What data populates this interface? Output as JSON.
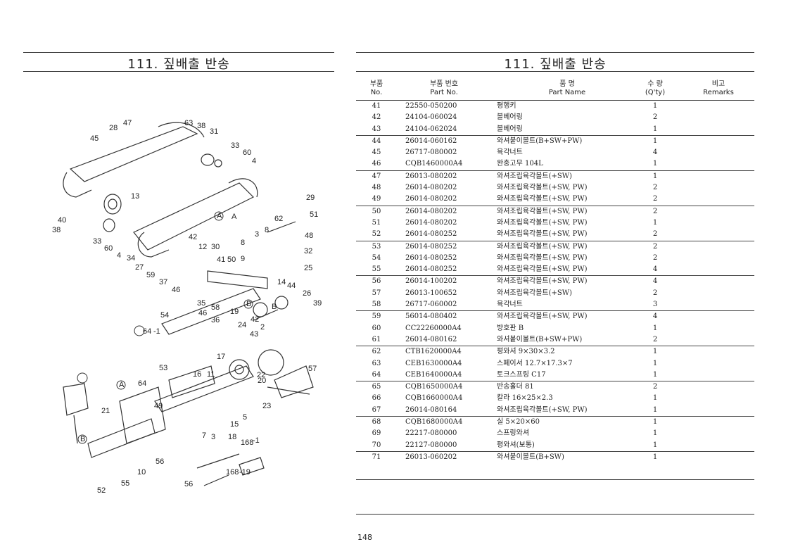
{
  "left_title": "111. 짚배출 반송",
  "right_title": "111. 짚배출 반송",
  "table_header": {
    "no_ko": "부품",
    "no_en": "No.",
    "pn_ko": "부품  번호",
    "pn_en": "Part  No.",
    "nm_ko": "품          명",
    "nm_en": "Part       Name",
    "qt_ko": "수   량",
    "qt_en": "(Q'ty)",
    "rm_ko": "비고",
    "rm_en": "Remarks"
  },
  "parts": [
    {
      "no": "41",
      "part_no": "22550-050200",
      "name": "평행키",
      "qty": "1"
    },
    {
      "no": "42",
      "part_no": "24104-060024",
      "name": "볼베어링",
      "qty": "2"
    },
    {
      "no": "43",
      "part_no": "24104-062024",
      "name": "볼베어링",
      "qty": "1"
    },
    {
      "no": "44",
      "part_no": "26014-060162",
      "name": "와셔붙이볼트(B+SW+PW)",
      "qty": "1"
    },
    {
      "no": "45",
      "part_no": "26717-080002",
      "name": "육각너트",
      "qty": "4"
    },
    {
      "no": "46",
      "part_no": "CQB1460000A4",
      "name": "완충고무 104L",
      "qty": "1"
    },
    {
      "no": "47",
      "part_no": "26013-080202",
      "name": "와셔조립육각볼트(+SW)",
      "qty": "1"
    },
    {
      "no": "48",
      "part_no": "26014-080202",
      "name": "와셔조립육각볼트(+SW, PW)",
      "qty": "2"
    },
    {
      "no": "49",
      "part_no": "26014-080202",
      "name": "와셔조립육각볼트(+SW, PW)",
      "qty": "2"
    },
    {
      "no": "50",
      "part_no": "26014-080202",
      "name": "와셔조립육각볼트(+SW, PW)",
      "qty": "2"
    },
    {
      "no": "51",
      "part_no": "26014-080202",
      "name": "와셔조립육각볼트(+SW, PW)",
      "qty": "1"
    },
    {
      "no": "52",
      "part_no": "26014-080252",
      "name": "와셔조립육각볼트(+SW, PW)",
      "qty": "2"
    },
    {
      "no": "53",
      "part_no": "26014-080252",
      "name": "와셔조립육각볼트(+SW, PW)",
      "qty": "2"
    },
    {
      "no": "54",
      "part_no": "26014-080252",
      "name": "와셔조립육각볼트(+SW, PW)",
      "qty": "2"
    },
    {
      "no": "55",
      "part_no": "26014-080252",
      "name": "와셔조립육각볼트(+SW, PW)",
      "qty": "4"
    },
    {
      "no": "56",
      "part_no": "26014-100202",
      "name": "와셔조립육각볼트(+SW, PW)",
      "qty": "4"
    },
    {
      "no": "57",
      "part_no": "26013-100652",
      "name": "와셔조립육각볼트(+SW)",
      "qty": "2"
    },
    {
      "no": "58",
      "part_no": "26717-060002",
      "name": "육각너트",
      "qty": "3"
    },
    {
      "no": "59",
      "part_no": "56014-080402",
      "name": "와셔조립육각볼트(+SW, PW)",
      "qty": "4"
    },
    {
      "no": "60",
      "part_no": "CC22260000A4",
      "name": "방호판 B",
      "qty": "1"
    },
    {
      "no": "61",
      "part_no": "26014-080162",
      "name": "와셔붙이볼트(B+SW+PW)",
      "qty": "2"
    },
    {
      "no": "62",
      "part_no": "CTB1620000A4",
      "name": "평와셔 9×30×3.2",
      "qty": "1"
    },
    {
      "no": "63",
      "part_no": "CEB1630000A4",
      "name": "스페이서 12.7×17.3×7",
      "qty": "1"
    },
    {
      "no": "64",
      "part_no": "CEB1640000A4",
      "name": "토크스프링 C17",
      "qty": "1"
    },
    {
      "no": "65",
      "part_no": "CQB1650000A4",
      "name": "반송홀더 81",
      "qty": "2"
    },
    {
      "no": "66",
      "part_no": "CQB1660000A4",
      "name": "칼라 16×25×2.3",
      "qty": "1"
    },
    {
      "no": "67",
      "part_no": "26014-080164",
      "name": "와셔조립육각볼트(+SW, PW)",
      "qty": "1"
    },
    {
      "no": "68",
      "part_no": "CQB1680000A4",
      "name": "실 5×20×60",
      "qty": "1"
    },
    {
      "no": "69",
      "part_no": "22217-080000",
      "name": "스프링와셔",
      "qty": "1"
    },
    {
      "no": "70",
      "part_no": "22127-080000",
      "name": "평와셔(보통)",
      "qty": "1"
    },
    {
      "no": "71",
      "part_no": "26013-060202",
      "name": "와셔붙이볼트(B+SW)",
      "qty": "1"
    }
  ],
  "diagram_labels": [
    "47",
    "28",
    "45",
    "63",
    "38",
    "31",
    "33",
    "60",
    "4",
    "13",
    "29",
    "62",
    "51",
    "40",
    "38",
    "33",
    "60",
    "4",
    "34",
    "27",
    "42",
    "12",
    "30",
    "41",
    "50",
    "9",
    "3",
    "8",
    "8",
    "48",
    "32",
    "25",
    "59",
    "37",
    "46",
    "14",
    "44",
    "26",
    "39",
    "35",
    "58",
    "42",
    "2",
    "54",
    "46",
    "36",
    "19",
    "24",
    "43",
    "64",
    "-1",
    "17",
    "22",
    "57",
    "53",
    "16",
    "11",
    "20",
    "23",
    "64",
    "21",
    "49",
    "5",
    "15",
    "7",
    "3",
    "18",
    "168",
    "-1",
    "56",
    "10",
    "55",
    "52",
    "56",
    "168",
    "-19",
    "A",
    "B",
    "A",
    "B",
    "A",
    "B"
  ],
  "page_number": "148"
}
